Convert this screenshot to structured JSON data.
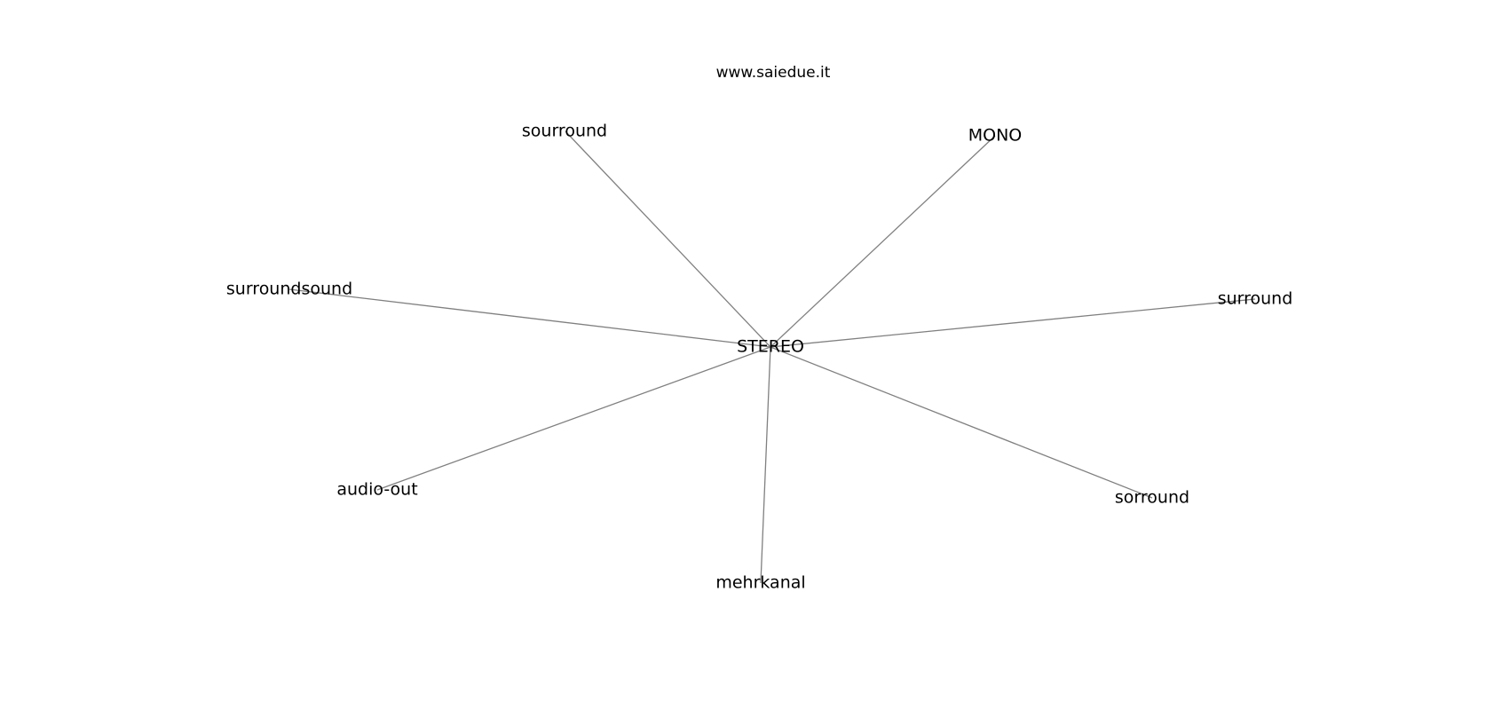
{
  "title": "www.saiedue.it",
  "center": {
    "id": "stereo",
    "label": "STEREO"
  },
  "nodes": [
    {
      "id": "sourround",
      "label": "sourround"
    },
    {
      "id": "mono",
      "label": "MONO"
    },
    {
      "id": "surroundsound",
      "label": "surroundsound"
    },
    {
      "id": "surround",
      "label": "surround"
    },
    {
      "id": "audio-out",
      "label": "audio-out"
    },
    {
      "id": "sorround",
      "label": "sorround"
    },
    {
      "id": "mehrkanal",
      "label": "mehrkanal"
    }
  ],
  "edges": [
    {
      "from": "stereo",
      "to": "sourround"
    },
    {
      "from": "stereo",
      "to": "mono"
    },
    {
      "from": "stereo",
      "to": "surroundsound"
    },
    {
      "from": "stereo",
      "to": "surround"
    },
    {
      "from": "stereo",
      "to": "audio-out"
    },
    {
      "from": "stereo",
      "to": "sorround"
    },
    {
      "from": "stereo",
      "to": "mehrkanal"
    }
  ]
}
